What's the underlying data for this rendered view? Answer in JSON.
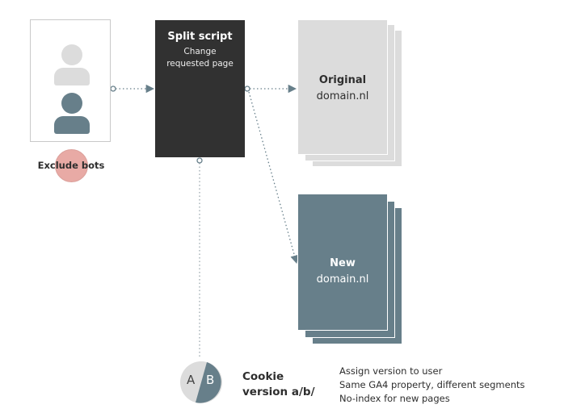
{
  "users": {
    "avatars": [
      "user-icon",
      "user-icon"
    ]
  },
  "bots": {
    "label": "Exclude bots"
  },
  "split": {
    "title": "Split script",
    "subtitle_line1": "Change",
    "subtitle_line2": "requested page"
  },
  "original": {
    "title": "Original",
    "domain": "domain.nl"
  },
  "new_page": {
    "title": "New",
    "domain": "domain.nl"
  },
  "cookie": {
    "letter_a": "A",
    "letter_b": "B",
    "title_line1": "Cookie",
    "title_line2": "version a/b/"
  },
  "notes": [
    "Assign version to user",
    "Same GA4 property, different segments",
    "No-index for new pages"
  ],
  "colors": {
    "dark_box": "#313131",
    "light_page": "#dcdcdc",
    "slate": "#677f8a",
    "bots_pink": "#e8aaa5",
    "connector": "#677f8a"
  }
}
